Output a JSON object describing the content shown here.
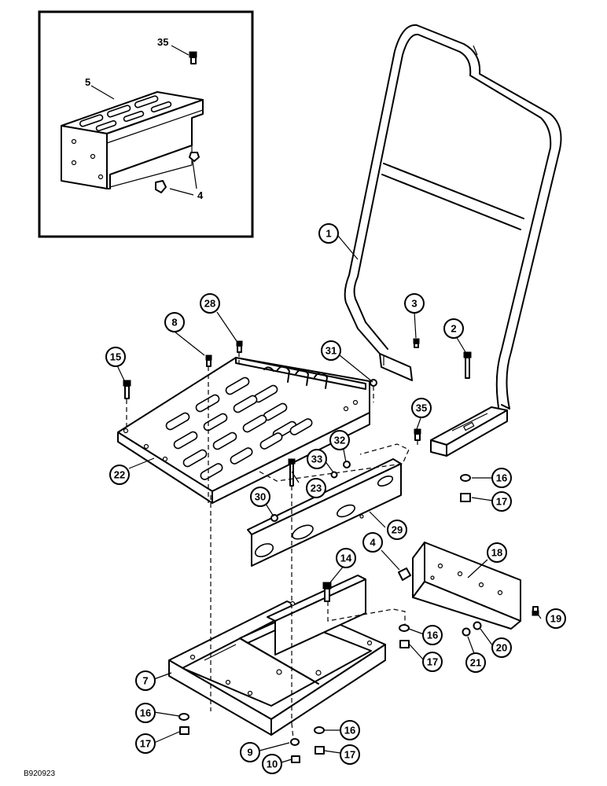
{
  "diagram": {
    "figure_code": "B920923",
    "inset_labels": {
      "bracket": "5",
      "bolt": "35",
      "nut": "4"
    },
    "callouts": {
      "frame": "1",
      "bolt_right": "2",
      "bolt_frame": "3",
      "nut_mid": "4",
      "base_frame": "7",
      "bolt_8": "8",
      "nut_9": "9",
      "nut_10": "10",
      "bolt_14": "14",
      "bolt_15": "15",
      "washer_16a": "16",
      "nut_17a": "17",
      "washer_16b": "16",
      "nut_17b": "17",
      "washer_16c": "16",
      "nut_17c": "17",
      "washer_16d": "16",
      "nut_17d": "17",
      "bracket_18": "18",
      "bolt_19": "19",
      "nut_20": "20",
      "nut_21": "21",
      "plate_22": "22",
      "bolt_23": "23",
      "bolt_28": "28",
      "rail_29": "29",
      "nut_30": "30",
      "nut_31": "31",
      "nut_32": "32",
      "washer_33": "33",
      "bolt_35": "35"
    }
  }
}
